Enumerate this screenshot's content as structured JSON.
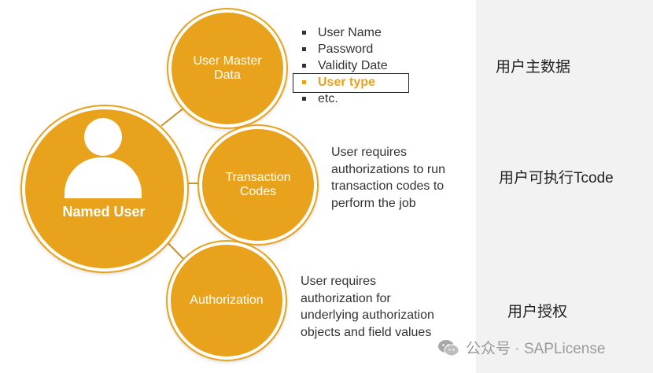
{
  "main_node": {
    "label": "Named User"
  },
  "nodes": [
    {
      "title": "User Master Data",
      "title_lines": [
        "User Master",
        "Data"
      ],
      "cn_label": "用户主数据",
      "bullets": [
        {
          "text": "User Name",
          "highlighted": false
        },
        {
          "text": "Password",
          "highlighted": false
        },
        {
          "text": "Validity Date",
          "highlighted": false
        },
        {
          "text": "User type",
          "highlighted": true
        },
        {
          "text": "etc.",
          "highlighted": false
        }
      ]
    },
    {
      "title": "Transaction Codes",
      "title_lines": [
        "Transaction",
        "Codes"
      ],
      "cn_label": "用户可执行Tcode",
      "description_lines": [
        "User requires",
        "authorizations to run",
        "transaction codes to",
        "perform the job"
      ]
    },
    {
      "title": "Authorization",
      "title_lines": [
        "Authorization"
      ],
      "cn_label": "用户授权",
      "description_lines": [
        "User requires",
        "authorization for",
        "underlying authorization",
        "objects and field values"
      ]
    }
  ],
  "watermark": {
    "text": "公众号 · SAPLicense",
    "icon": "wechat-icon"
  },
  "colors": {
    "accent": "#e8a21c",
    "connector": "#c9902a",
    "text": "#333333",
    "panel": "#f2f2f2"
  }
}
